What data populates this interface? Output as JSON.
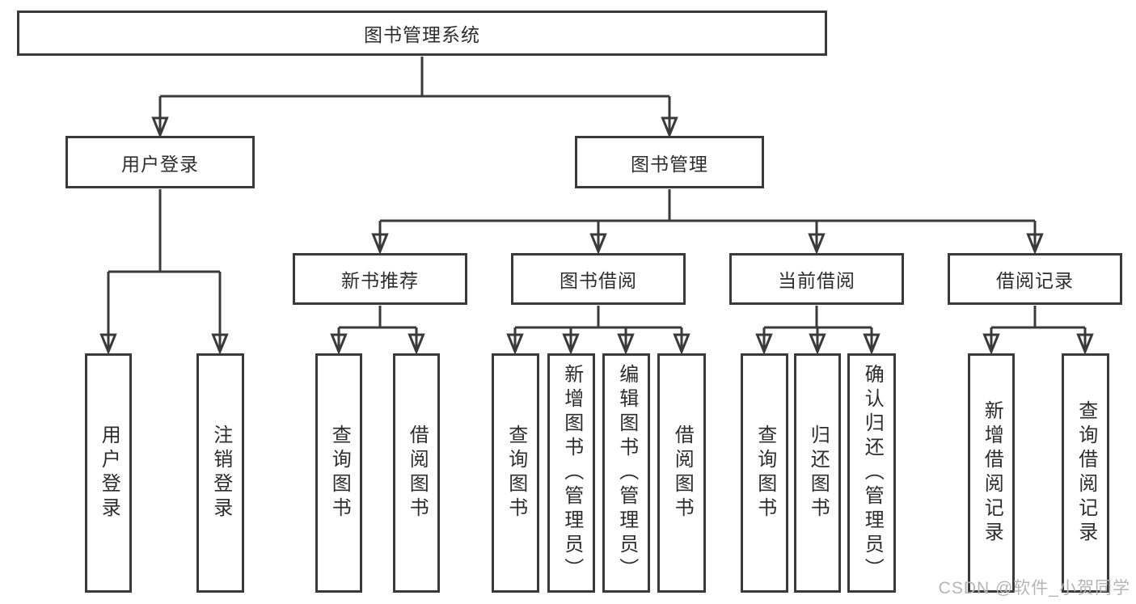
{
  "title": "图书管理系统",
  "watermark": "CSDN @软件_小贺同学",
  "colors": {
    "line": "#3a3a3a",
    "box_border": "#3a3a3a",
    "text": "#2d2d2d",
    "watermark": "#b5b5b5",
    "background": "#ffffff"
  },
  "tree": {
    "label": "图书管理系统",
    "children": [
      {
        "label": "用户登录",
        "children": [
          {
            "label": "用户登录"
          },
          {
            "label": "注销登录"
          }
        ]
      },
      {
        "label": "图书管理",
        "children": [
          {
            "label": "新书推荐",
            "children": [
              {
                "label": "查询图书"
              },
              {
                "label": "借阅图书"
              }
            ]
          },
          {
            "label": "图书借阅",
            "children": [
              {
                "label": "查询图书"
              },
              {
                "label": "新增图书（管理员）"
              },
              {
                "label": "编辑图书（管理员）"
              },
              {
                "label": "借阅图书"
              }
            ]
          },
          {
            "label": "当前借阅",
            "children": [
              {
                "label": "查询图书"
              },
              {
                "label": "归还图书"
              },
              {
                "label": "确认归还（管理员）"
              }
            ]
          },
          {
            "label": "借阅记录",
            "children": [
              {
                "label": "新增借阅记录"
              },
              {
                "label": "查询借阅记录"
              }
            ]
          }
        ]
      }
    ]
  }
}
